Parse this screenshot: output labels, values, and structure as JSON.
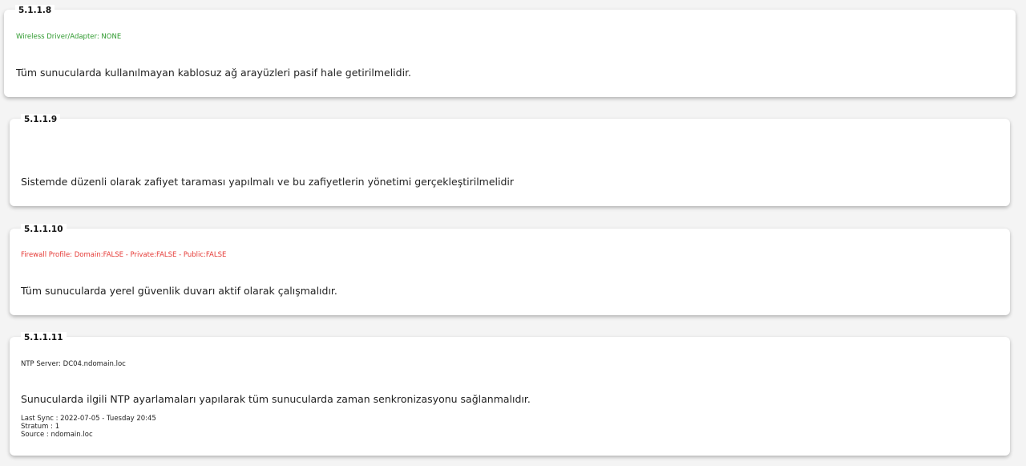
{
  "cards": [
    {
      "code": "5.1.1.8",
      "status": "Wireless Driver/Adapter: NONE",
      "status_color": "#2e9a2e",
      "description": "Tüm sunucularda kullanılmayan kablosuz ağ arayüzleri pasif hale getirilmelidir."
    },
    {
      "code": "5.1.1.9",
      "status": "",
      "status_color": "#222222",
      "description": "Sistemde düzenli olarak zafiyet taraması yapılmalı ve bu zafiyetlerin yönetimi gerçekleştirilmelidir"
    },
    {
      "code": "5.1.1.10",
      "status": "Firewall Profile: Domain:FALSE - Private:FALSE - Public:FALSE",
      "status_color": "#e53935",
      "description": "Tüm sunucularda yerel güvenlik duvarı aktif olarak çalışmalıdır."
    },
    {
      "code": "5.1.1.11",
      "status": "NTP Server: DC04.ndomain.loc",
      "status_color": "#222222",
      "description": "Sunucularda ilgili NTP ayarlamaları yapılarak tüm sunucularda zaman senkronizasyonu sağlanmalıdır.",
      "details": [
        "Last Sync : 2022-07-05 - Tuesday 20:45",
        "Stratum : 1",
        "Source : ndomain.loc"
      ]
    }
  ]
}
